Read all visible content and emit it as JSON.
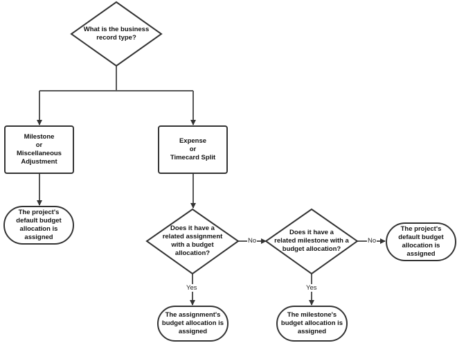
{
  "nodes": {
    "q_record_type": {
      "lines": [
        "What is the business",
        "record type?"
      ]
    },
    "box_milestone": {
      "lines": [
        "Milestone",
        "or",
        "Miscellaneous",
        "Adjustment"
      ]
    },
    "box_expense": {
      "lines": [
        "Expense",
        "or",
        "Timecard Split"
      ]
    },
    "end_project_default_left": {
      "lines": [
        "The project's",
        "default budget",
        "allocation is",
        "assigned"
      ]
    },
    "q_assignment": {
      "lines": [
        "Does it have a",
        "related assignment",
        "with a budget",
        "allocation?"
      ]
    },
    "q_milestone": {
      "lines": [
        "Does it have a",
        "related milestone with a",
        "budget allocation?"
      ]
    },
    "end_project_default_right": {
      "lines": [
        "The project's",
        "default budget",
        "allocation is",
        "assigned"
      ]
    },
    "end_assignment": {
      "lines": [
        "The assignment's",
        "budget allocation is",
        "assigned"
      ]
    },
    "end_milestone": {
      "lines": [
        "The milestone's",
        "budget allocation is",
        "assigned"
      ]
    }
  },
  "edge_labels": {
    "no_1": "No",
    "no_2": "No",
    "yes_1": "Yes",
    "yes_2": "Yes"
  },
  "colors": {
    "stroke": "#333333",
    "line": "#555555",
    "fill": "#ffffff"
  }
}
